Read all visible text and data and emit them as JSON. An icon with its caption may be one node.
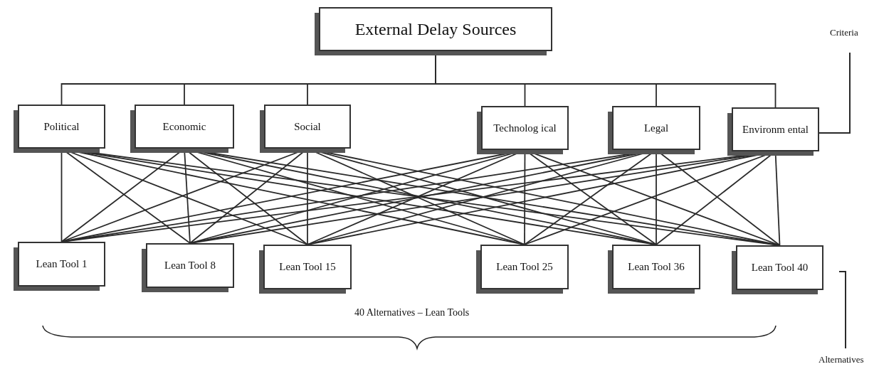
{
  "diagram": {
    "nodes": [
      {
        "text": [
          "External Delay Sources"
        ]
      },
      {
        "text": [
          "Political"
        ]
      },
      {
        "text": [
          "Economic"
        ]
      },
      {
        "text": [
          "Social"
        ]
      },
      {
        "text": [
          "Technolog ical"
        ]
      },
      {
        "text": [
          "Legal"
        ]
      },
      {
        "text": [
          "Environm ental"
        ]
      },
      {
        "text": [
          "Lean Tool 1"
        ]
      },
      {
        "text": [
          "Lean Tool 8"
        ]
      },
      {
        "text": [
          "Lean Tool 15"
        ]
      },
      {
        "text": [
          "Lean Tool 25"
        ]
      },
      {
        "text": [
          "Lean Tool 36"
        ]
      },
      {
        "text": [
          "Lean Tool 40"
        ]
      },
      {
        "text": [
          "Criteria"
        ]
      },
      {
        "text": [
          "Alternatives"
        ]
      }
    ],
    "edges": [
      {
        "from": 0,
        "to": 1,
        "arrow": "none"
      },
      {
        "from": 0,
        "to": 2,
        "arrow": "none"
      },
      {
        "from": 0,
        "to": 3,
        "arrow": "none"
      },
      {
        "from": 0,
        "to": 4,
        "arrow": "none"
      },
      {
        "from": 0,
        "to": 5,
        "arrow": "none"
      },
      {
        "from": 0,
        "to": 6,
        "arrow": "none"
      },
      {
        "from": 1,
        "to": 7,
        "arrow": "none"
      },
      {
        "from": 1,
        "to": 8,
        "arrow": "none"
      },
      {
        "from": 1,
        "to": 9,
        "arrow": "none"
      },
      {
        "from": 1,
        "to": 10,
        "arrow": "none"
      },
      {
        "from": 1,
        "to": 11,
        "arrow": "none"
      },
      {
        "from": 1,
        "to": 12,
        "arrow": "none"
      },
      {
        "from": 2,
        "to": 7,
        "arrow": "none"
      },
      {
        "from": 2,
        "to": 8,
        "arrow": "none"
      },
      {
        "from": 2,
        "to": 9,
        "arrow": "none"
      },
      {
        "from": 2,
        "to": 10,
        "arrow": "none"
      },
      {
        "from": 2,
        "to": 11,
        "arrow": "none"
      },
      {
        "from": 2,
        "to": 12,
        "arrow": "none"
      },
      {
        "from": 3,
        "to": 7,
        "arrow": "none"
      },
      {
        "from": 3,
        "to": 8,
        "arrow": "none"
      },
      {
        "from": 3,
        "to": 9,
        "arrow": "none"
      },
      {
        "from": 3,
        "to": 10,
        "arrow": "none"
      },
      {
        "from": 3,
        "to": 11,
        "arrow": "none"
      },
      {
        "from": 3,
        "to": 12,
        "arrow": "none"
      },
      {
        "from": 4,
        "to": 7,
        "arrow": "none"
      },
      {
        "from": 4,
        "to": 8,
        "arrow": "none"
      },
      {
        "from": 4,
        "to": 9,
        "arrow": "none"
      },
      {
        "from": 4,
        "to": 10,
        "arrow": "none"
      },
      {
        "from": 4,
        "to": 11,
        "arrow": "none"
      },
      {
        "from": 4,
        "to": 12,
        "arrow": "none"
      },
      {
        "from": 5,
        "to": 7,
        "arrow": "none"
      },
      {
        "from": 5,
        "to": 8,
        "arrow": "none"
      },
      {
        "from": 5,
        "to": 9,
        "arrow": "none"
      },
      {
        "from": 5,
        "to": 10,
        "arrow": "none"
      },
      {
        "from": 5,
        "to": 11,
        "arrow": "none"
      },
      {
        "from": 5,
        "to": 12,
        "arrow": "none"
      },
      {
        "from": 6,
        "to": 7,
        "arrow": "none"
      },
      {
        "from": 6,
        "to": 8,
        "arrow": "none"
      },
      {
        "from": 6,
        "to": 9,
        "arrow": "none"
      },
      {
        "from": 6,
        "to": 10,
        "arrow": "none"
      },
      {
        "from": 6,
        "to": 11,
        "arrow": "none"
      },
      {
        "from": 6,
        "to": 12,
        "arrow": "none"
      },
      {
        "from": 13,
        "to": 6,
        "arrow": "none"
      },
      {
        "from": 14,
        "to": 12,
        "arrow": "none"
      }
    ],
    "labels": [
      "40 Alternatives – Lean Tools"
    ]
  }
}
